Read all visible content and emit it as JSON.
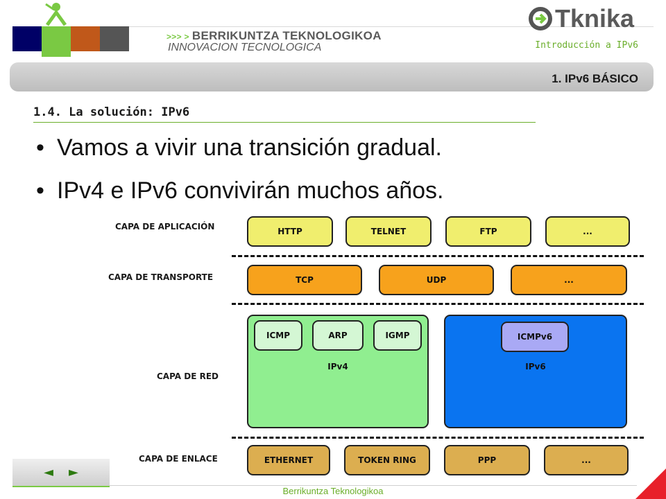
{
  "header": {
    "brand_line1": "BERRIKUNTZA TEKNOLOGIKOA",
    "brand_arrows": ">>> >",
    "brand_line2": "INNOVACION TECNOLOGICA",
    "logo_text": "Tknika",
    "course": "Introducción a IPv6",
    "section_bar": "1. IPv6 BÁSICO",
    "colors": [
      "#000066",
      "#7ac943",
      "#c0581a",
      "#555555"
    ]
  },
  "slide": {
    "title": "1.4. La solución: IPv6",
    "bullets": [
      "Vamos a vivir una transición gradual.",
      "IPv4 e IPv6 convivirán muchos años."
    ]
  },
  "diagram": {
    "layers": {
      "application": {
        "label": "CAPA DE APLICACIÓN",
        "items": [
          "HTTP",
          "TELNET",
          "FTP",
          "..."
        ]
      },
      "transport": {
        "label": "CAPA DE TRANSPORTE",
        "items": [
          "TCP",
          "UDP",
          "..."
        ]
      },
      "network": {
        "label": "CAPA DE RED",
        "ipv4": {
          "name": "IPv4",
          "protocols": [
            "ICMP",
            "ARP",
            "IGMP"
          ]
        },
        "ipv6": {
          "name": "IPv6",
          "protocols": [
            "ICMPv6"
          ]
        }
      },
      "link": {
        "label": "CAPA DE ENLACE",
        "items": [
          "ETHERNET",
          "TOKEN RING",
          "PPP",
          "..."
        ]
      }
    },
    "colors": {
      "application": "#f0ee6e",
      "transport": "#f7a21c",
      "ipv4": "#90ee90",
      "ipv6": "#0a74f0",
      "link": "#dcae50"
    }
  },
  "navigation": {
    "prev": "◄",
    "next": "►"
  },
  "footer": {
    "text": "Berrikuntza Teknologikoa"
  }
}
